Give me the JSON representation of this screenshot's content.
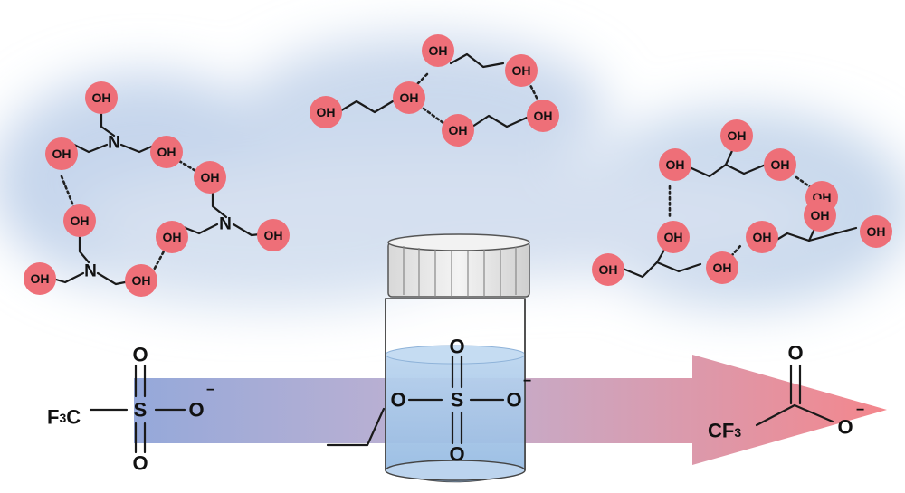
{
  "labels": {
    "hydroxyl": "OH",
    "amine_n": "N",
    "sulfur": "S",
    "oxygen": "O",
    "carbon": "C",
    "minus": "−",
    "f3c_prefix": "F",
    "f3c_sub": "3",
    "f3c_suffix": "C",
    "cf3_prefix": "CF",
    "cf3_sub": "3"
  },
  "colors": {
    "hydroxyl_fill": "#ee6f78",
    "cloud": "#c9d8ec",
    "arrow_start": "#8fa4d8",
    "arrow_end": "#f48a8e",
    "liquid": "#a9c8e8",
    "cap": "#e8e8e8"
  }
}
